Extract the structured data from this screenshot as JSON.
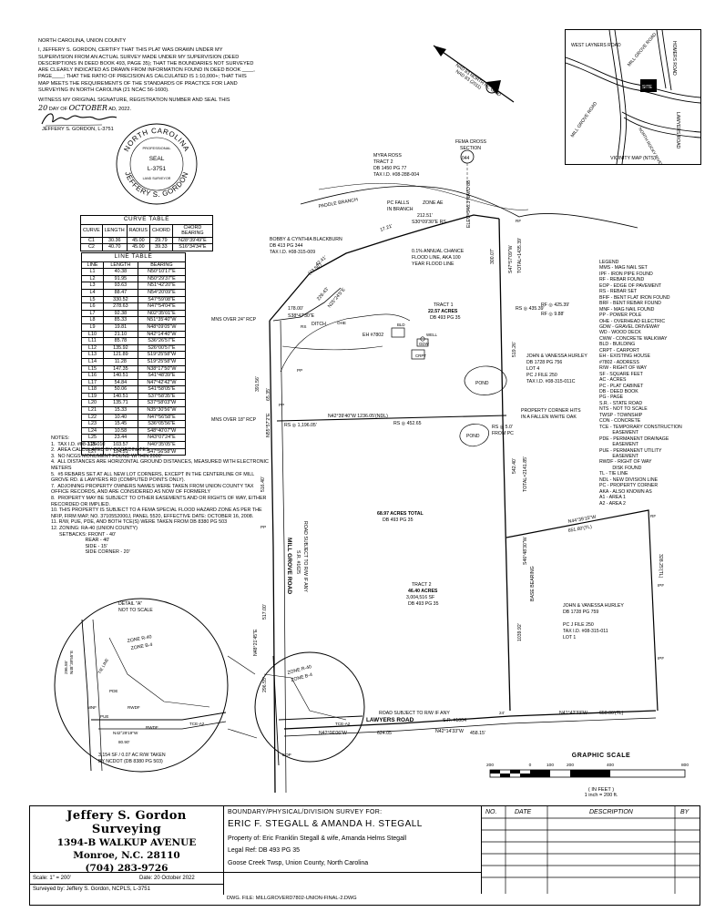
{
  "certificate": {
    "state_line": "NORTH CAROLINA, UNION COUNTY",
    "body": "I, JEFFERY S. GORDON, CERTIFY THAT THIS PLAT WAS DRAWN UNDER MY SUPERVISION FROM AN ACTUAL SURVEY MADE UNDER MY SUPERVISION (DEED DESCRIPTIONS IN DEED BOOK 493, PAGE 35); THAT THE BOUNDARIES NOT SURVEYED ARE CLEARLY INDICATED AS DRAWN FROM INFORMATION FOUND IN DEED BOOK ____, PAGE____; THAT THE RATIO OF PRECISION AS CALCULATED IS 1:10,000+; THAT THIS MAP MEETS THE REQUIREMENTS OF THE STANDARDS OF PRACTICE FOR LAND SURVEYING IN NORTH CAROLINA (21 NCAC 56-1600).",
    "witness": "WITNESS MY ORIGINAL SIGNATURE, REGISTRATION NUMBER AND SEAL THIS",
    "day": "20",
    "day_suffix": "DAY OF",
    "month": "OCTOBER",
    "year": "AD, 2022.",
    "signer": "JEFFERY S. GORDON, L-3751"
  },
  "seal": {
    "state": "NORTH CAROLINA",
    "professional": "PROFESSIONAL",
    "seal": "SEAL",
    "number": "L-3751",
    "surveyor": "LAND SURVEYOR",
    "name": "JEFFERY S. GORDON"
  },
  "north_arrow": {
    "label": "NAD 83 NORTH NC GRID",
    "ref": "NAD 83 (2011)"
  },
  "vicinity_map": {
    "caption": "VICINITY MAP (NTS)",
    "labels": [
      "WEST LAYNERS ROAD",
      "MILL GROVE ROAD",
      "HOMERS ROAD",
      "SITE",
      "LAWYERS ROAD",
      "NORTH ROCKY RIVER ROAD",
      "MILL GROVE ROAD"
    ]
  },
  "curve_table": {
    "title": "CURVE TABLE",
    "headers": [
      "CURVE",
      "LENGTH",
      "RADIUS",
      "CHORD",
      "CHORD BEARING"
    ],
    "rows": [
      [
        "C1",
        "30.36",
        "45.00",
        "29.79",
        "N28°39'49\"E"
      ],
      [
        "C2",
        "40.70",
        "45.00",
        "39.33",
        "S16°34'34\"E"
      ]
    ]
  },
  "line_table": {
    "title": "LINE TABLE",
    "headers": [
      "LINE",
      "LENGTH",
      "BEARING"
    ],
    "rows": [
      [
        "L1",
        "40.38",
        "N50°10'17\"E"
      ],
      [
        "L2",
        "91.95",
        "N50°29'37\"E"
      ],
      [
        "L3",
        "93.63",
        "N51°42'20\"E"
      ],
      [
        "L4",
        "88.47",
        "N54°20'09\"E"
      ],
      [
        "L5",
        "330.52",
        "S47°59'08\"E"
      ],
      [
        "L6",
        "278.63",
        "N47°54'04\"E"
      ],
      [
        "L7",
        "92.38",
        "N02°35'01\"E"
      ],
      [
        "L8",
        "85.33",
        "N51°35'40\"W"
      ],
      [
        "L9",
        "19.81",
        "N48°09'05\"W"
      ],
      [
        "L10",
        "21.10",
        "N42°14'40\"W"
      ],
      [
        "L11",
        "85.78",
        "S36°26'57\"E"
      ],
      [
        "L12",
        "135.92",
        "S26°00'57\"E"
      ],
      [
        "L13",
        "121.89",
        "S19°25'58\"W"
      ],
      [
        "L14",
        "11.28",
        "S19°25'58\"W"
      ],
      [
        "L15",
        "147.35",
        "N38°17'50\"W"
      ],
      [
        "L16",
        "140.51",
        "S41°48'39\"E"
      ],
      [
        "L17",
        "54.84",
        "N47°42'42\"W"
      ],
      [
        "L18",
        "50.06",
        "S41°58'05\"E"
      ],
      [
        "L19",
        "140.51",
        "S37°58'35\"E"
      ],
      [
        "L20",
        "135.71",
        "S37°58'03\"W"
      ],
      [
        "L21",
        "15.33",
        "N35°30'56\"W"
      ],
      [
        "L22",
        "10.40",
        "N47°56'58\"E"
      ],
      [
        "L23",
        "15.45",
        "S36°05'56\"E"
      ],
      [
        "L24",
        "10.58",
        "S48°40'07\"W"
      ],
      [
        "L25",
        "23.44",
        "N43°07'24\"E"
      ],
      [
        "L26",
        "103.57",
        "N40°35'05\"E"
      ],
      [
        "L27",
        "124.51",
        "S47°56'58\"W"
      ]
    ]
  },
  "notes": [
    "NOTES:",
    "1.  TAX I.D. #08-315-010",
    "2.  AREA CALCULATED BY COORDINATES.",
    "3.  NO NCGS MONUMENT FOUND WITHIN 2000'",
    "4.  ALL DISTANCES ARE HORIZONTAL GROUND DISTANCES, MEASURED WITH ELECTRONIC METERS",
    "5.  #5 REBARS SET AT ALL NEW LOT CORNERS, EXCEPT IN THE CENTERLINE OF MILL GROVE RD. & LAWYERS RD (COMPUTED POINTS ONLY).",
    "7.  ADJOINING PROPERTY OWNERS NAMES WERE TAKEN FROM UNION COUNTY TAX OFFICE RECORDS, AND ARE CONSIDERED AS NOW OF FORMERLY",
    "8.  PROPERTY MAY BE SUBJECT TO OTHER EASEMENTS AND OR RIGHTS OF WAY, EITHER RECORDED OR IMPLIED.",
    "10. THIS PROPERTY IS SUBJECT TO A FEMA SPECIAL FLOOD HAZARD ZONE AS PER THE NFIP, FIRM MAP, NO. 3710552000J, PANEL 5520, EFFECTIVE DATE: OCTOBER 16, 2008.",
    "11. R/W, PUE, PDE, AND BOTH TCE(S) WERE TAKEN FROM DB 8380 PG 503",
    "12. ZONING: RA-40 (UNION COUNTY)",
    "      SETBACKS: FRONT - 40'",
    "                         REAR - 40'",
    "                         SIDE - 15'",
    "                         SIDE CORNER - 20'"
  ],
  "legend": [
    "LEGEND",
    "MMS - MAG NAIL SET",
    "IPF - IRON PIPE FOUND",
    "RF - REBAR FOUND",
    "EOP - EDGE OF PAVEMENT",
    "RS - REBAR SET",
    "BFIF - BENT FLAT IRON FOUND",
    "BRF - BENT REBAR FOUND",
    "MNF - MAG NAIL FOUND",
    "PP - POWER POLE",
    "OHE - OVERHEAD ELECTRIC",
    "GDW - GRAVEL DRIVEWAY",
    "WD - WOOD DECK",
    "CWW - CONCRETE WALKWAY",
    "BLD - BUILDING",
    "CRPT - CARPORT",
    "EH - EXISTING HOUSE",
    "#7802 - ADDRESS",
    "R/W - RIGHT OF WAY",
    "SF - SQUARE FEET",
    "AC - ACRES",
    "PC - PLAT CABINET",
    "DB - DEED BOOK",
    "PG - PAGE",
    "S.R. - STATE ROAD",
    "NTS - NOT TO SCALE",
    "TWSP - TOWNSHIP",
    "CON - CONCRETE",
    "TCE - TEMPORARY CONSTRUCTION",
    "          EASEMENT",
    "PDE - PERMANENT DRAINAGE",
    "          EASEMENT",
    "PUE - PERMANENT UTILITY",
    "          EASEMENT",
    "RWDF - RIGHT OF WAY",
    "          DISK FOUND",
    "TL - TIE LINE",
    "NDL - NEW DIVISION LINE",
    "PC - PROPERTY CORNER",
    "AKA - ALSO KNOWN AS",
    "A1 - AREA 1",
    "A2 - AREA 2"
  ],
  "map": {
    "myra_ross": [
      "MYRA ROSS",
      "TRACT 2",
      "DB 1450 PG 77",
      "TAX I.D. #08-288-004"
    ],
    "fema": [
      "FEMA CROSS",
      "SECTION"
    ],
    "fema_num": "044",
    "paddle": "PADDLE BRANCH",
    "pc_falls": [
      "PC FALLS",
      "IN BRANCH"
    ],
    "zone_ae": "ZONE AE",
    "elev": "ELEV=546.3 NAVD 88",
    "dist_212": "212.51'",
    "brg_s30": "S30°09'30\"E RS",
    "annual": [
      "0.1% ANNUAL CHANCE",
      "FLOOD LINE, AKA 100",
      "YEAR FLOOD LINE"
    ],
    "blackburn": [
      "BOBBY & CYNTHIA BLACKBURN",
      "DB 413 PG 344",
      "TAX I.D. #08-315-009"
    ],
    "tract1": [
      "TRACT 1",
      "22.57 ACRES",
      "DB 493 PG 35"
    ],
    "hurley1": [
      "JOHN & VANESSA HURLEY",
      "DB 1728 PG 756",
      "LOT 4",
      "PC J FILE 250",
      "TAX I.D. #08-315-011C"
    ],
    "rs_435": "RS ◎ 435.39'",
    "rf_425": "RF ◎ 425.39'",
    "rf_988": "RF ◎ 9.88'",
    "mns24": "MNS OVER 24\" RCP",
    "mns18": "MNS OVER 18\" RCP",
    "d178": "178.00'",
    "s38": "S38°47'30\"E",
    "ditch": "DITCH",
    "eh7802": "EH #7802",
    "gdw": "GDW",
    "well": "WELL",
    "bld": "BLD",
    "crpt": "CRPT",
    "pond": "POND",
    "n42_line": "N42°39'40\"W   1236.05'(NDL)",
    "rs_1196": "RS ◎ 1,196.05'",
    "rs_452": "RS ◎ 452.65",
    "pc_fallen": [
      "PROPERTY CORNER HITS",
      "IN A FALLEN WHITE OAK"
    ],
    "rs_50": "RS ◎ 5.0'",
    "from_pc": "FROM PC",
    "tract_total": [
      "68.97 ACRES TOTAL",
      "DB 493 PG 35"
    ],
    "n44": "N44°39'15\"W",
    "d651": "651.60'(TL)",
    "tract2": [
      "TRACT 2",
      "46.40 ACRES",
      "3,004,516 SF",
      "DB 493 PG 35"
    ],
    "hurley2": [
      "JOHN & VANESSA HURLEY",
      "DB 1728 PG 759",
      "",
      "PC J FILE 250",
      "TAX I.D. #08-315-011",
      "LOT 1"
    ],
    "mill_grove": "MILL GROVE ROAD",
    "sr_rw": "S.R. #1625",
    "rw_any": "ROAD SUBJECT TO R/W IF ANY",
    "lawyers": "LAWYERS ROAD",
    "lawyers_rw": "ROAD SUBJECT TO R/W IF ANY",
    "sr1004": "S.R. #1004",
    "n42_06": "N42°06'06\"W",
    "d624": "624.05",
    "n42_14": "N42°14'33\"W",
    "d458": "458.15'",
    "n41": "N41°42'33\"W",
    "d650": "650.06'(TL)",
    "d300": "300.07'",
    "d542": "542.40'",
    "d2141": "TOTAL=2141.85'",
    "d1039": "1039.92'",
    "base": "BASE BEARING",
    "s47": "S47°57'09\"W",
    "total1435": "TOTAL=1435.39'",
    "d519": "519.26'",
    "s46": "S46°48'30\"W",
    "d328": "328.25'(TL)",
    "d391": "391.56'",
    "d516": "516.40'",
    "d517": "517.00'",
    "d296": "296.55'",
    "n48_21": "N48°21'45\"E",
    "n55_57": "N55°57'2\"E",
    "n48_39": "N48°39'55\"E",
    "d73": "(73.56')",
    "d42": "42.41'",
    "dist_1721": "17.21'",
    "d65": "65.35'",
    "d226": "226.43'",
    "d14": "14.72'",
    "n25": "N25°24'5\"E",
    "detail_a": [
      "DETAIL \"A\"",
      "NOT TO SCALE"
    ],
    "zone_r40": "ZONE R-40",
    "zone_b4": "ZONE B-4",
    "pp": "PP",
    "rs": "RS",
    "rf": "RF",
    "ipf": "IPF",
    "ohe": "OHE",
    "pue": "PUE",
    "rwdf": "RWDF",
    "tce_a2": "TCE-A2",
    "mnf": "MNF",
    "pde": "PDE",
    "tie_line": "TIE LINE",
    "d80": "80.90'",
    "n42_detail": "N42°29'19\"W",
    "taken": [
      "3,154 SF / 0.07 AC R/W TAKEN",
      "BY NCDOT (DB 8380 PG 503)"
    ],
    "d24": "24'",
    "eop": "EOP",
    "d95": "95.15'"
  },
  "graphic_scale": {
    "title": "GRAPHIC SCALE",
    "ticks": [
      "200",
      "0",
      "100",
      "200",
      "400",
      "800"
    ],
    "unit": "( IN FEET )",
    "ratio": "1 inch = 200 ft."
  },
  "title_block": {
    "firm": "Jeffery S. Gordon Surveying",
    "address1": "1394-B WALKUP AVENUE",
    "address2": "Monroe, N.C.  28110",
    "phone": "(704) 283-9726",
    "scale_label": "Scale: 1\" = 200'",
    "date_label": "Date: 20  October  2022",
    "surveyed_by": "Surveyed by:    Jeffery S. Gordon, NCPLS, L-3751",
    "survey_for": "BOUNDARY/PHYSICAL/DIVISION SURVEY FOR:",
    "client": "ERIC F. STEGALL & AMANDA H. STEGALL",
    "property_of": "Property of:   Eric Franklin Stegall & wife, Amanda Helms Stegall",
    "legal_ref": "Legal Ref:   DB 493 PG 35",
    "location": "Goose Creek Twsp, Union County, North Carolina",
    "dwg_file": "DWG. FILE: MILLGROVERD7802-UNION-FINAL-2.DWG",
    "rev_headers": [
      "NO.",
      "DATE",
      "DESCRIPTION",
      "BY"
    ]
  }
}
